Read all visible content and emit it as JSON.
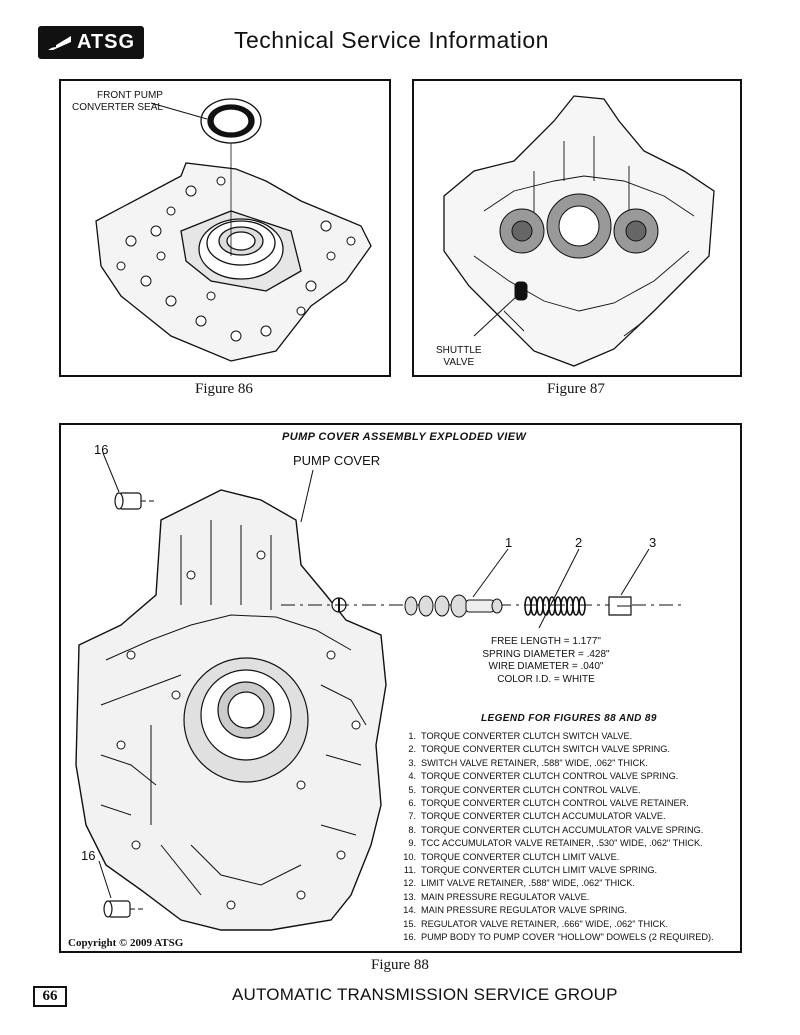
{
  "header": {
    "logo_text": "ATSG",
    "title": "Technical Service Information"
  },
  "figure86": {
    "caption": "Figure 86",
    "callout": "FRONT PUMP\nCONVERTER SEAL"
  },
  "figure87": {
    "caption": "Figure 87",
    "callout": "SHUTTLE\nVALVE"
  },
  "figure88": {
    "caption": "Figure 88",
    "heading": "PUMP COVER ASSEMBLY EXPLODED VIEW",
    "pump_cover_label": "PUMP COVER",
    "callouts": [
      "1",
      "2",
      "3"
    ],
    "dowel_callout_top": "16",
    "dowel_callout_bottom": "16",
    "spring_specs": {
      "free_length": "FREE LENGTH = 1.177\"",
      "spring_diameter": "SPRING DIAMETER = .428\"",
      "wire_diameter": "WIRE DIAMETER = .040\"",
      "color_id": "COLOR I.D. = WHITE"
    },
    "legend_title": "LEGEND FOR FIGURES 88 AND 89",
    "legend": [
      {
        "n": "1.",
        "text": "TORQUE CONVERTER CLUTCH SWITCH VALVE."
      },
      {
        "n": "2.",
        "text": "TORQUE CONVERTER CLUTCH SWITCH VALVE SPRING."
      },
      {
        "n": "3.",
        "text": "SWITCH VALVE RETAINER, .588\" WIDE, .062\" THICK."
      },
      {
        "n": "4.",
        "text": "TORQUE CONVERTER CLUTCH CONTROL VALVE SPRING."
      },
      {
        "n": "5.",
        "text": "TORQUE CONVERTER CLUTCH CONTROL VALVE."
      },
      {
        "n": "6.",
        "text": "TORQUE CONVERTER CLUTCH CONTROL VALVE RETAINER."
      },
      {
        "n": "7.",
        "text": "TORQUE CONVERTER CLUTCH ACCUMULATOR VALVE."
      },
      {
        "n": "8.",
        "text": "TORQUE CONVERTER CLUTCH ACCUMULATOR VALVE SPRING."
      },
      {
        "n": "9.",
        "text": "TCC ACCUMULATOR VALVE RETAINER, .530\" WIDE, .062\" THICK."
      },
      {
        "n": "10.",
        "text": "TORQUE CONVERTER CLUTCH LIMIT VALVE."
      },
      {
        "n": "11.",
        "text": "TORQUE CONVERTER CLUTCH LIMIT VALVE SPRING."
      },
      {
        "n": "12.",
        "text": "LIMIT VALVE RETAINER, .588\" WIDE, .062\" THICK."
      },
      {
        "n": "13.",
        "text": "MAIN PRESSURE REGULATOR VALVE."
      },
      {
        "n": "14.",
        "text": "MAIN PRESSURE REGULATOR VALVE SPRING."
      },
      {
        "n": "15.",
        "text": "REGULATOR VALVE RETAINER, .666\" WIDE, .062\" THICK."
      },
      {
        "n": "16.",
        "text": "PUMP BODY TO PUMP COVER \"HOLLOW\" DOWELS (2 REQUIRED)."
      }
    ],
    "copyright": "Copyright © 2009 ATSG"
  },
  "footer": {
    "page_number": "66",
    "text": "AUTOMATIC TRANSMISSION SERVICE GROUP"
  }
}
